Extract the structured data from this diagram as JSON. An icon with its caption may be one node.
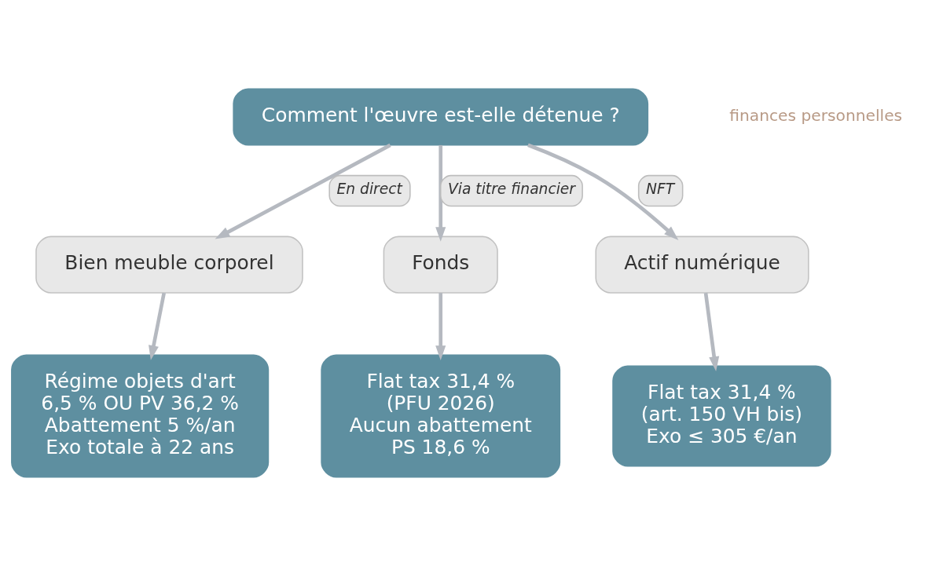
{
  "diagram": {
    "nodes": [
      {
        "text": [
          "Comment l'œuvre est-elle détenue ?"
        ]
      },
      {
        "text": [
          "Bien meuble corporel"
        ]
      },
      {
        "text": [
          "Fonds"
        ]
      },
      {
        "text": [
          "Actif numérique"
        ]
      },
      {
        "text": [
          "Régime objets d'art",
          "6,5 % OU PV 36,2 %",
          "Abattement 5 %/an",
          "Exo totale à 22 ans"
        ]
      },
      {
        "text": [
          "Flat tax 31,4 %",
          "(PFU 2026)",
          "Aucun abattement",
          "PS 18,6 %"
        ]
      },
      {
        "text": [
          "Flat tax 31,4 %",
          "(art. 150 VH bis)",
          "Exo ≤ 305 €/an"
        ]
      }
    ],
    "edges": [
      {
        "from": 0,
        "to": 1,
        "arrow": "to",
        "label": "En direct"
      },
      {
        "from": 0,
        "to": 2,
        "arrow": "to",
        "label": "Via titre financier"
      },
      {
        "from": 0,
        "to": 3,
        "arrow": "to",
        "label": "NFT"
      },
      {
        "from": 1,
        "to": 4,
        "arrow": "to"
      },
      {
        "from": 2,
        "to": 5,
        "arrow": "to"
      },
      {
        "from": 3,
        "to": 6,
        "arrow": "to"
      }
    ],
    "labels": [
      "finances personnelles"
    ]
  }
}
